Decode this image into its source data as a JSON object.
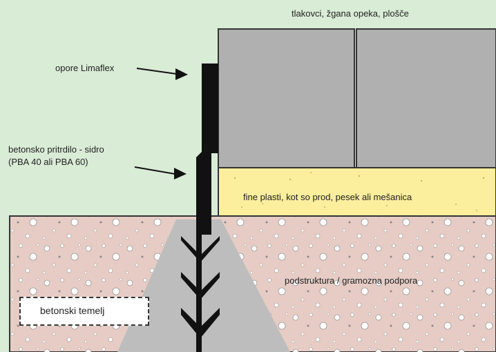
{
  "labels": {
    "pavers": "tlakovci, žgana opeka, plošče",
    "edging": "opore Limaflex",
    "anchor_line1": "betonsko pritrdilo - sidro",
    "anchor_line2": "(PBA 40 ali PBA 60)",
    "bedding": "fine plasti, kot so prod, pesek ali mešanica",
    "subbase": "podstruktura / gramozna podpora",
    "foundation": "betonski temelj"
  },
  "colors": {
    "background": "#d9ecd6",
    "paver": "#b0b0b0",
    "bedding": "#fbee9d",
    "subbase": "#e6ccc4",
    "foundation": "#bdbdbd",
    "edging": "#111111"
  }
}
